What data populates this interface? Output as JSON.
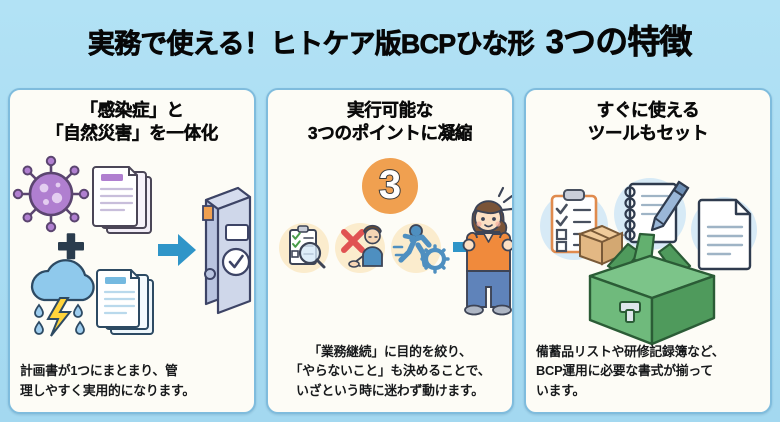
{
  "page": {
    "background_color": "#a9dcf2",
    "title_line": "実務で使える！ヒトケア版BCPひな形 ",
    "title_highlight": "3つの特徴"
  },
  "theme": {
    "card_bg": "#fdfcf6",
    "card_border": "#7fbcdd",
    "accent_orange": "#f0a050",
    "accent_blue": "#2f95c8",
    "accent_green": "#6cb86f",
    "accent_purple": "#b07fd0",
    "text_dark": "#17191b"
  },
  "cards": [
    {
      "id": "card-infection-disaster",
      "title_line1": "「感染症」と",
      "title_line2": "「自然災害」を一体化",
      "caption_line1": "計画書が1つにまとまり、管",
      "caption_line2": "理しやすく実用的になります。",
      "caption_align": "left",
      "icons": [
        "virus-icon",
        "document-stack-purple-icon",
        "plus-icon",
        "storm-cloud-icon",
        "document-stack-blue-icon",
        "arrow-right-icon",
        "binder-check-icon"
      ]
    },
    {
      "id": "card-three-points",
      "title_line1": "実行可能な",
      "title_line2": "3つのポイントに凝縮",
      "badge_number": "3",
      "caption_line1": "「業務継続」に目的を絞り、",
      "caption_line2": "「やらないこと」も決めることで、",
      "caption_line3": "いざという時に迷わず動けます。",
      "caption_align": "center",
      "icons": [
        "checklist-magnifier-icon",
        "red-x-person-icon",
        "running-person-gear-icon",
        "arrow-right-icon",
        "cheering-woman-icon"
      ]
    },
    {
      "id": "card-ready-tools",
      "title_line1": "すぐに使える",
      "title_line2": "ツールもセット",
      "caption_line1": "備蓄品リストや研修記録簿など、",
      "caption_line2": "BCP運用に必要な書式が揃って",
      "caption_line3": "います。",
      "caption_align": "left",
      "icons": [
        "clipboard-checklist-icon",
        "cardboard-box-icon",
        "notebook-pen-icon",
        "document-icon",
        "green-toolbox-icon"
      ]
    }
  ]
}
